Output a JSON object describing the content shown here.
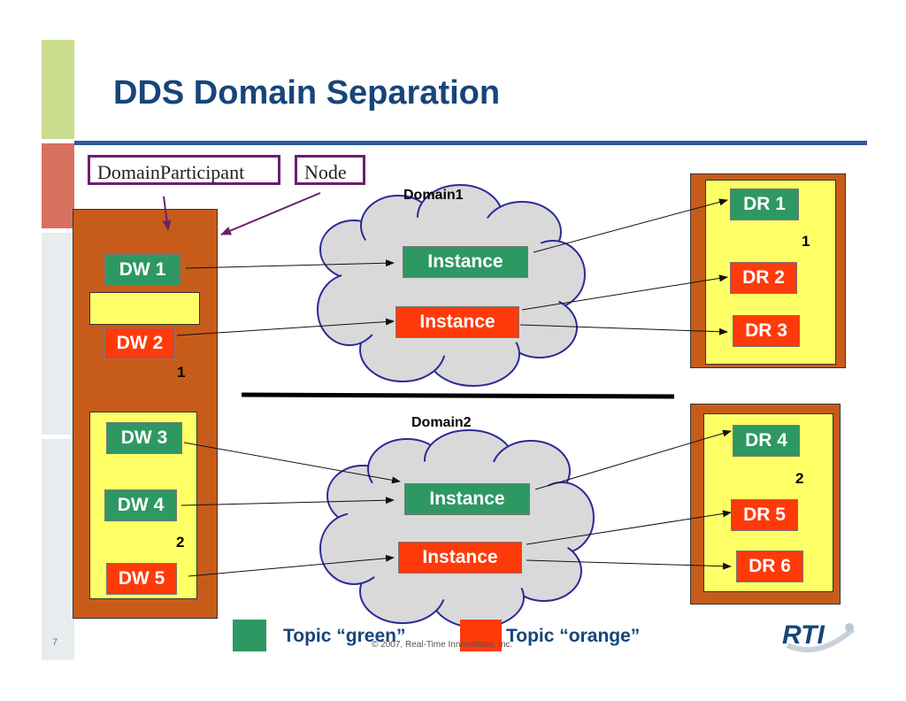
{
  "title": "DDS Domain Separation",
  "callouts": {
    "participant": "DomainParticipant",
    "node": "Node"
  },
  "domains": {
    "d1": "Domain1",
    "d2": "Domain2"
  },
  "writers": [
    "DW 1",
    "DW 2",
    "DW 3",
    "DW 4",
    "DW 5"
  ],
  "readers": [
    "DR 1",
    "DR 2",
    "DR 3",
    "DR 4",
    "DR 5",
    "DR 6"
  ],
  "instance_label": "Instance",
  "domain_ids": {
    "one": "1",
    "two": "2"
  },
  "legend": {
    "green": "Topic “green”",
    "orange": "Topic “orange”"
  },
  "copyright": "© 2007, Real-Time Innovations, Inc.",
  "page_number": "7",
  "logo": "RTI",
  "colors": {
    "green": "#2e9863",
    "orange": "#ff3a0a",
    "node": "#c75c1a",
    "participant": "#ffff66",
    "title": "#17457a",
    "callout_border": "#6b1f6b"
  }
}
